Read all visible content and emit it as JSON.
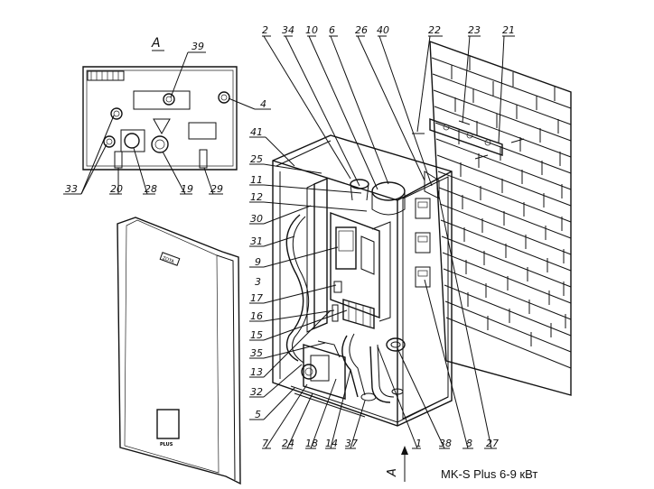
{
  "view_label": "A",
  "caption": "MK-S Plus 6-9 кВт",
  "brand_badge": "ZOTA",
  "front_mark": "PLUS",
  "callouts": {
    "c39": "39",
    "c4": "4",
    "c33": "33",
    "c20": "20",
    "c28": "28",
    "c19": "19",
    "c29": "29",
    "c2": "2",
    "c34": "34",
    "c10": "10",
    "c6": "6",
    "c26": "26",
    "c40": "40",
    "c22": "22",
    "c23": "23",
    "c21": "21",
    "c41": "41",
    "c25": "25",
    "c11": "11",
    "c12": "12",
    "c30": "30",
    "c31": "31",
    "c9": "9",
    "c3": "3",
    "c17": "17",
    "c16": "16",
    "c15": "15",
    "c35": "35",
    "c13": "13",
    "c32": "32",
    "c5": "5",
    "c7": "7",
    "c24": "24",
    "c18": "18",
    "c14": "14",
    "c37": "37",
    "c1": "1",
    "c38": "38",
    "c8": "8",
    "c27": "27"
  }
}
